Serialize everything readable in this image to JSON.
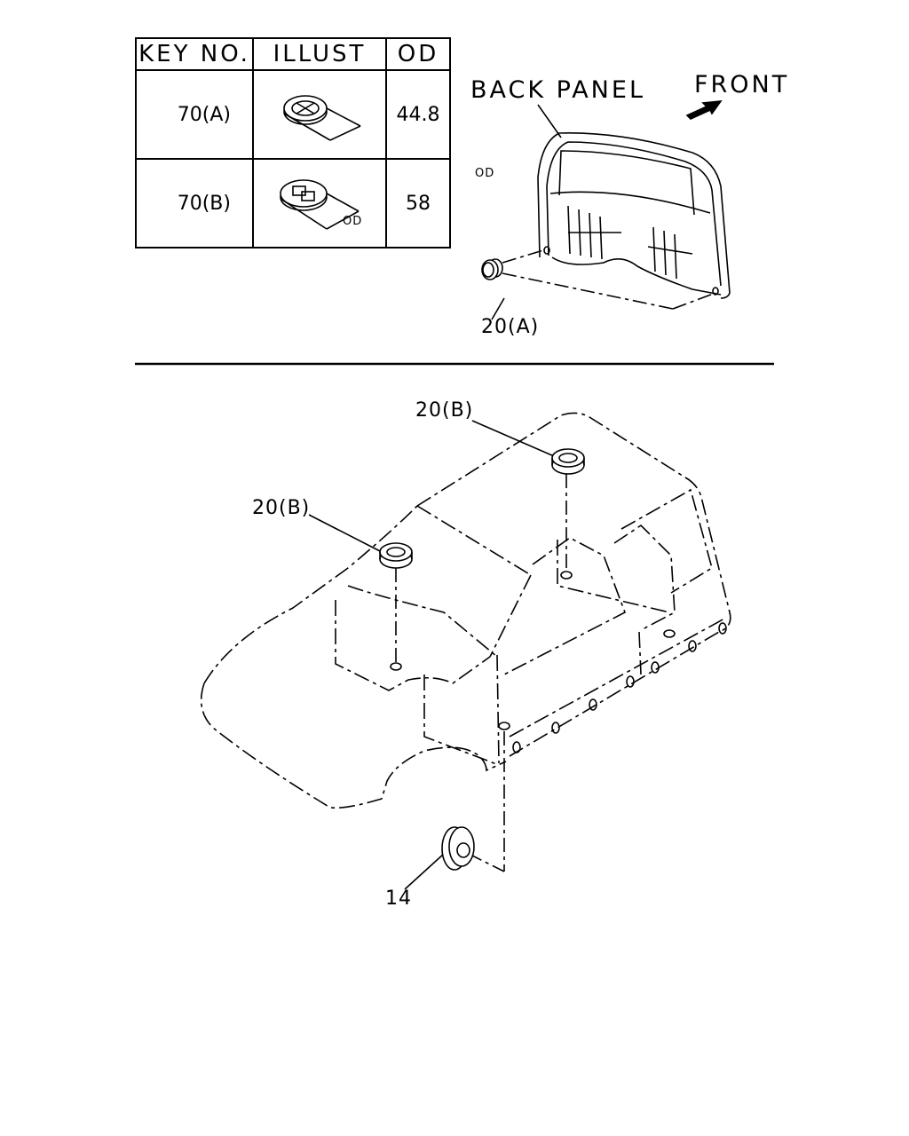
{
  "table": {
    "headers": [
      "KEY NO.",
      "ILLUST",
      "OD"
    ],
    "rows": [
      {
        "key": "70(A)",
        "od_value": "44.8",
        "illust_label": "OD",
        "illust_icon": "round-grommet-icon"
      },
      {
        "key": "70(B)",
        "od_value": "58",
        "illust_label": "OD",
        "illust_icon": "square-grommet-icon"
      }
    ]
  },
  "labels": {
    "back_panel": "BACK PANEL",
    "front": "FRONT",
    "part_20a": "20(A)",
    "part_20b_rear": "20(B)",
    "part_20b_front": "20(B)",
    "part_14": "14"
  },
  "icons": {
    "front_arrow": "front-arrow-icon",
    "back_panel": "back-panel-icon",
    "vehicle_body": "vehicle-body-icon",
    "grommet": "grommet-icon"
  }
}
